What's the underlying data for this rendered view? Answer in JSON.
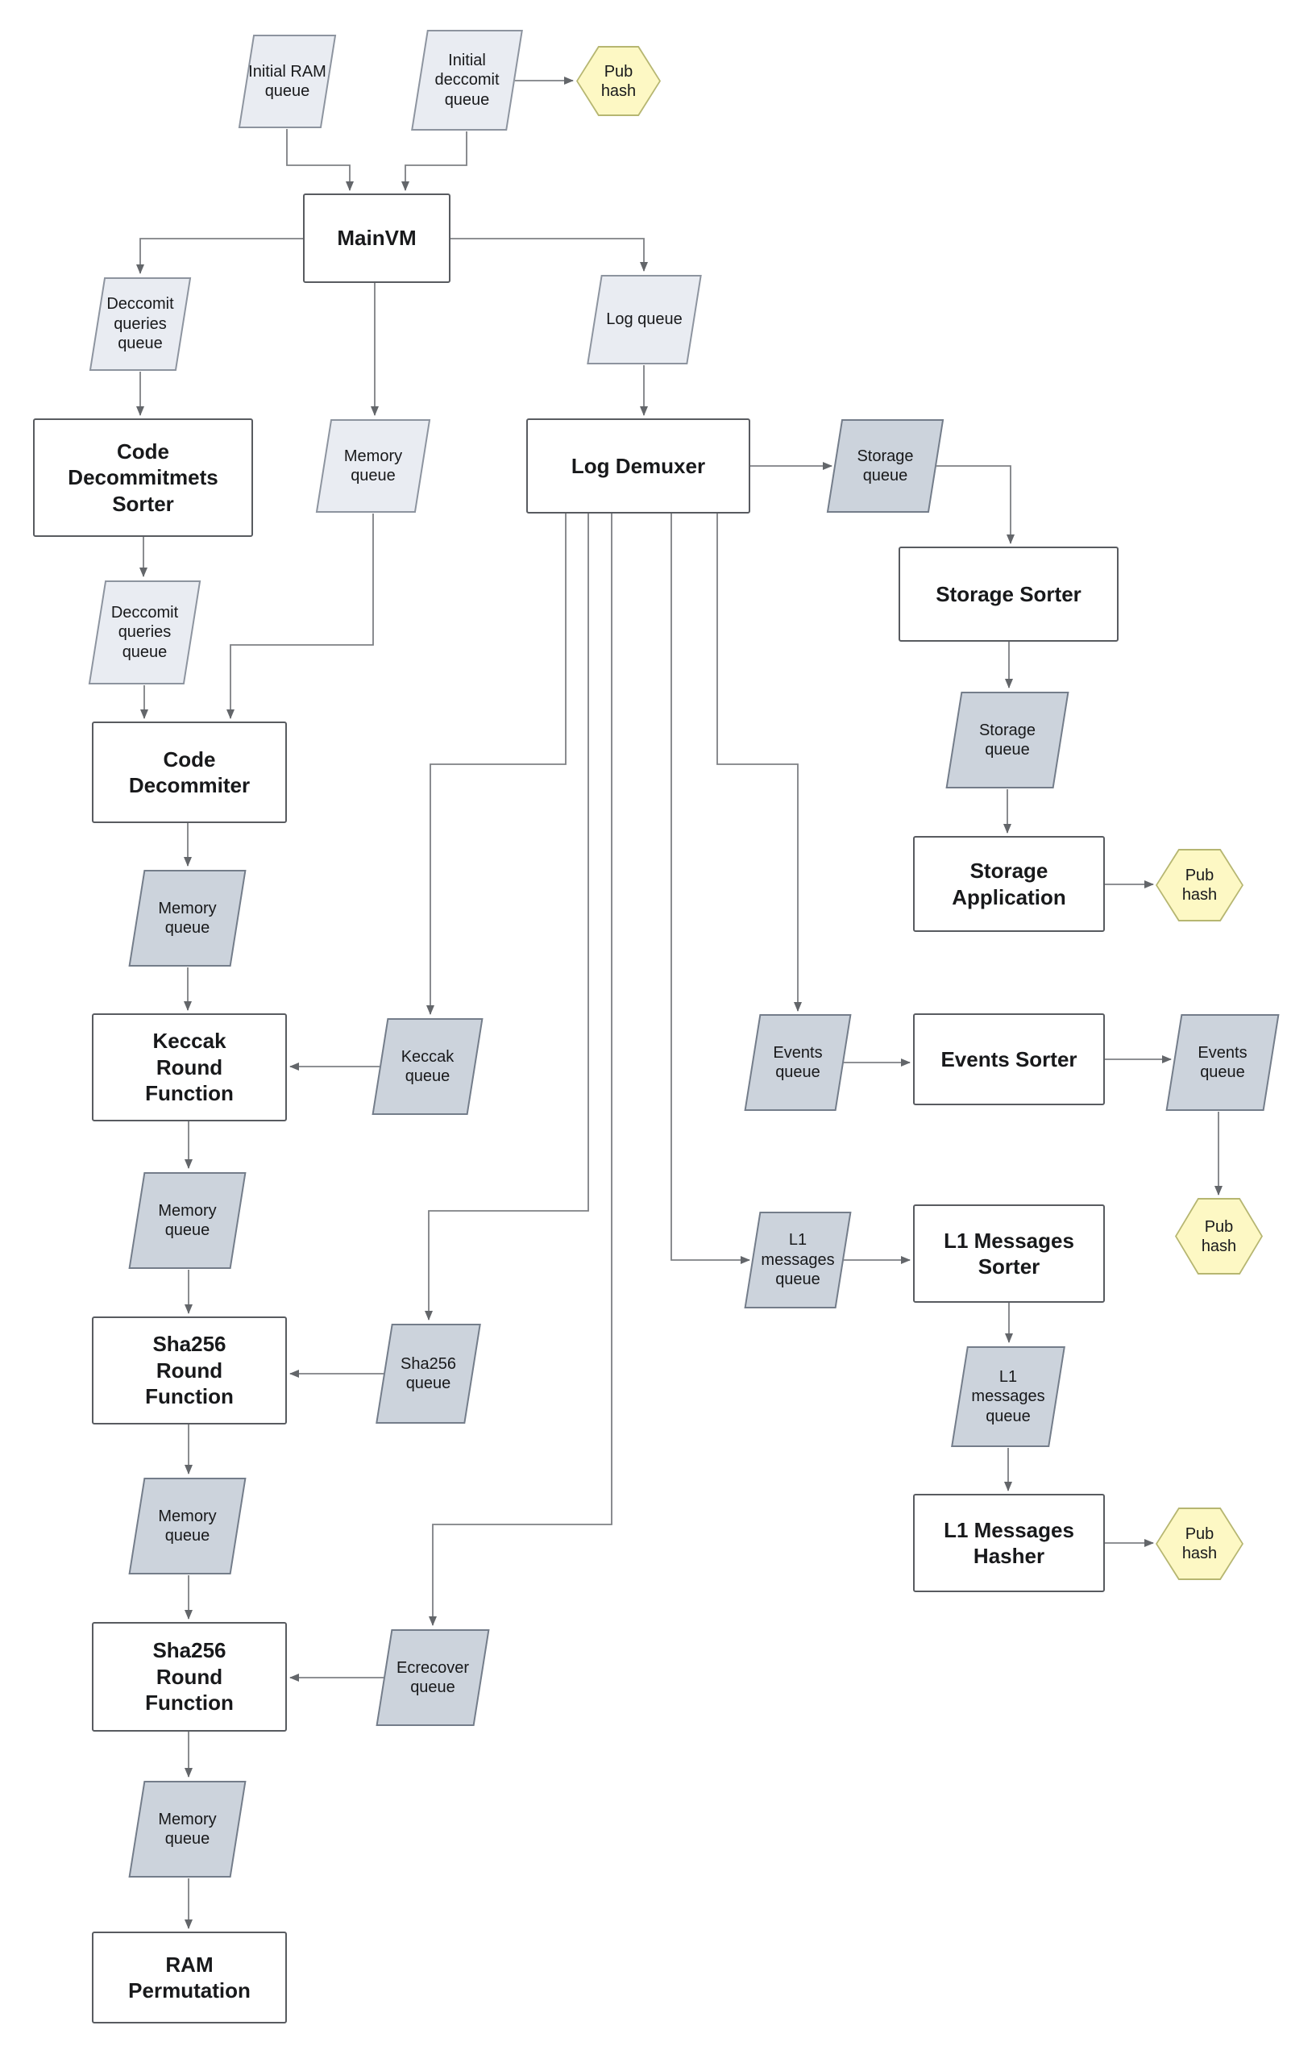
{
  "diagram": {
    "colors": {
      "background": "#ffffff",
      "process_fill": "#ffffff",
      "process_border": "#585b60",
      "queue_light_fill": "#e9ecf2",
      "queue_light_border": "#8d949f",
      "queue_dark_fill": "#ccd3dc",
      "queue_dark_border": "#747d8a",
      "hex_fill": "#fdf8c4",
      "hex_border": "#b6b671",
      "edge": "#7e8084"
    },
    "nodes": {
      "initial_ram_queue": {
        "type": "queue",
        "label": "Initial RAM\nqueue"
      },
      "initial_deccomit_queue": {
        "type": "queue",
        "label": "Initial\ndeccomit\nqueue"
      },
      "pub_hash_1": {
        "type": "hexagon",
        "label": "Pub\nhash"
      },
      "mainvm": {
        "type": "process",
        "label": "MainVM"
      },
      "deccomit_queries_queue_1": {
        "type": "queue",
        "label": "Deccomit\nqueries\nqueue"
      },
      "log_queue": {
        "type": "queue",
        "label": "Log queue"
      },
      "code_decommitments_sorter": {
        "type": "process",
        "label": "Code\nDecommitmets\nSorter"
      },
      "memory_queue_1": {
        "type": "queue",
        "label": "Memory\nqueue"
      },
      "log_demuxer": {
        "type": "process",
        "label": "Log Demuxer"
      },
      "storage_queue_1": {
        "type": "queue",
        "label": "Storage\nqueue"
      },
      "storage_sorter": {
        "type": "process",
        "label": "Storage Sorter"
      },
      "deccomit_queries_queue_2": {
        "type": "queue",
        "label": "Deccomit\nqueries\nqueue"
      },
      "code_decommiter": {
        "type": "process",
        "label": "Code\nDecommiter"
      },
      "storage_queue_2": {
        "type": "queue",
        "label": "Storage\nqueue"
      },
      "storage_application": {
        "type": "process",
        "label": "Storage\nApplication"
      },
      "pub_hash_2": {
        "type": "hexagon",
        "label": "Pub\nhash"
      },
      "memory_queue_2": {
        "type": "queue",
        "label": "Memory\nqueue"
      },
      "keccak_round_function": {
        "type": "process",
        "label": "Keccak\nRound\nFunction"
      },
      "keccak_queue": {
        "type": "queue",
        "label": "Keccak\nqueue"
      },
      "events_queue_1": {
        "type": "queue",
        "label": "Events\nqueue"
      },
      "events_sorter": {
        "type": "process",
        "label": "Events Sorter"
      },
      "events_queue_2": {
        "type": "queue",
        "label": "Events\nqueue"
      },
      "memory_queue_3": {
        "type": "queue",
        "label": "Memory\nqueue"
      },
      "pub_hash_3": {
        "type": "hexagon",
        "label": "Pub\nhash"
      },
      "sha256_round_function_1": {
        "type": "process",
        "label": "Sha256\nRound\nFunction"
      },
      "sha256_queue": {
        "type": "queue",
        "label": "Sha256\nqueue"
      },
      "l1_messages_queue_1": {
        "type": "queue",
        "label": "L1\nmessages\nqueue"
      },
      "l1_messages_sorter": {
        "type": "process",
        "label": "L1 Messages\nSorter"
      },
      "l1_messages_queue_2": {
        "type": "queue",
        "label": "L1\nmessages\nqueue"
      },
      "l1_messages_hasher": {
        "type": "process",
        "label": "L1 Messages\nHasher"
      },
      "pub_hash_4": {
        "type": "hexagon",
        "label": "Pub\nhash"
      },
      "memory_queue_4": {
        "type": "queue",
        "label": "Memory\nqueue"
      },
      "sha256_round_function_2": {
        "type": "process",
        "label": "Sha256\nRound\nFunction"
      },
      "ecrecover_queue": {
        "type": "queue",
        "label": "Ecrecover\nqueue"
      },
      "memory_queue_5": {
        "type": "queue",
        "label": "Memory\nqueue"
      },
      "ram_permutation": {
        "type": "process",
        "label": "RAM\nPermutation"
      }
    },
    "edges": [
      {
        "from": "initial_ram_queue",
        "to": "mainvm"
      },
      {
        "from": "initial_deccomit_queue",
        "to": "mainvm"
      },
      {
        "from": "initial_deccomit_queue",
        "to": "pub_hash_1"
      },
      {
        "from": "mainvm",
        "to": "deccomit_queries_queue_1"
      },
      {
        "from": "mainvm",
        "to": "memory_queue_1"
      },
      {
        "from": "mainvm",
        "to": "log_queue"
      },
      {
        "from": "deccomit_queries_queue_1",
        "to": "code_decommitments_sorter"
      },
      {
        "from": "code_decommitments_sorter",
        "to": "deccomit_queries_queue_2"
      },
      {
        "from": "memory_queue_1",
        "to": "code_decommiter"
      },
      {
        "from": "deccomit_queries_queue_2",
        "to": "code_decommiter"
      },
      {
        "from": "code_decommiter",
        "to": "memory_queue_2"
      },
      {
        "from": "memory_queue_2",
        "to": "keccak_round_function"
      },
      {
        "from": "keccak_queue",
        "to": "keccak_round_function"
      },
      {
        "from": "keccak_round_function",
        "to": "memory_queue_3"
      },
      {
        "from": "memory_queue_3",
        "to": "sha256_round_function_1"
      },
      {
        "from": "sha256_queue",
        "to": "sha256_round_function_1"
      },
      {
        "from": "sha256_round_function_1",
        "to": "memory_queue_4"
      },
      {
        "from": "memory_queue_4",
        "to": "sha256_round_function_2"
      },
      {
        "from": "ecrecover_queue",
        "to": "sha256_round_function_2"
      },
      {
        "from": "sha256_round_function_2",
        "to": "memory_queue_5"
      },
      {
        "from": "memory_queue_5",
        "to": "ram_permutation"
      },
      {
        "from": "log_queue",
        "to": "log_demuxer"
      },
      {
        "from": "log_demuxer",
        "to": "storage_queue_1"
      },
      {
        "from": "storage_queue_1",
        "to": "storage_sorter"
      },
      {
        "from": "storage_sorter",
        "to": "storage_queue_2"
      },
      {
        "from": "storage_queue_2",
        "to": "storage_application"
      },
      {
        "from": "storage_application",
        "to": "pub_hash_2"
      },
      {
        "from": "log_demuxer",
        "to": "keccak_queue"
      },
      {
        "from": "log_demuxer",
        "to": "sha256_queue"
      },
      {
        "from": "log_demuxer",
        "to": "ecrecover_queue"
      },
      {
        "from": "log_demuxer",
        "to": "l1_messages_queue_1"
      },
      {
        "from": "log_demuxer",
        "to": "events_queue_1"
      },
      {
        "from": "events_queue_1",
        "to": "events_sorter"
      },
      {
        "from": "events_sorter",
        "to": "events_queue_2"
      },
      {
        "from": "events_queue_2",
        "to": "pub_hash_3"
      },
      {
        "from": "l1_messages_queue_1",
        "to": "l1_messages_sorter"
      },
      {
        "from": "l1_messages_sorter",
        "to": "l1_messages_queue_2"
      },
      {
        "from": "l1_messages_queue_2",
        "to": "l1_messages_hasher"
      },
      {
        "from": "l1_messages_hasher",
        "to": "pub_hash_4"
      }
    ]
  }
}
